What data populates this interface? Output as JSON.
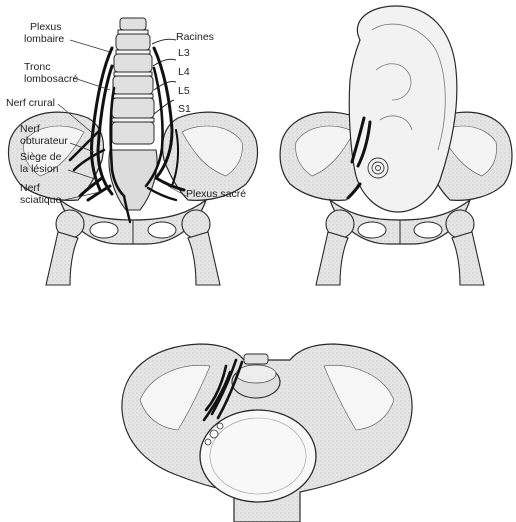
{
  "labels": {
    "plexus_lombaire_1": "Plexus",
    "plexus_lombaire_2": "lombaire",
    "racines": "Racines",
    "l3": "L3",
    "l4": "L4",
    "l5": "L5",
    "s1": "S1",
    "tronc_1": "Tronc",
    "tronc_2": "lombosacré",
    "nerf_crural": "Nerf crural",
    "nerf_obturateur_1": "Nerf",
    "nerf_obturateur_2": "obturateur",
    "siege_1": "Siège de",
    "siege_2": "la lésion",
    "nerf_sciatique_1": "Nerf",
    "nerf_sciatique_2": "sciatique",
    "plexus_sacre": "Plexus sacré"
  },
  "colors": {
    "bone_fill": "#e4e4e4",
    "bone_shade": "#c9c9c9",
    "outline": "#2a2a2a",
    "nerve": "#111111",
    "uterus_fill": "#f2f2f2"
  }
}
